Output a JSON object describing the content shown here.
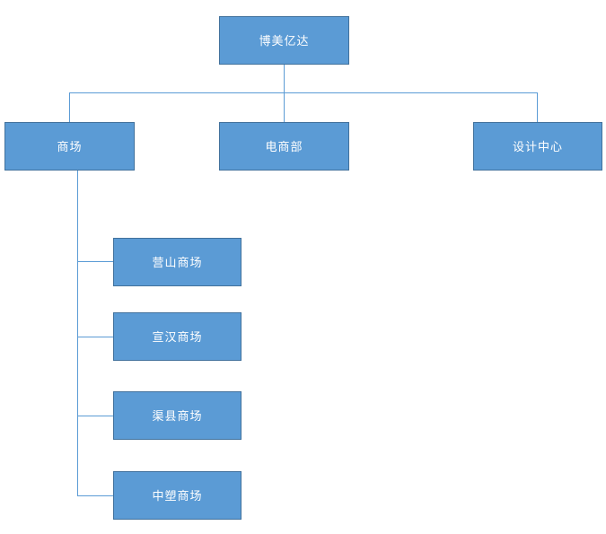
{
  "chart": {
    "type": "org-chart",
    "root": {
      "label": "博美亿达"
    },
    "level2": [
      {
        "label": "商场"
      },
      {
        "label": "电商部"
      },
      {
        "label": "设计中心"
      }
    ],
    "mall_children": [
      {
        "label": "营山商场"
      },
      {
        "label": "宣汉商场"
      },
      {
        "label": "渠县商场"
      },
      {
        "label": "中塑商场"
      }
    ],
    "colors": {
      "node_fill": "#5B9BD5",
      "node_border": "#41719C",
      "node_text": "#FFFFFF",
      "connector": "#5B9BD5",
      "background": "#FFFFFF"
    }
  }
}
